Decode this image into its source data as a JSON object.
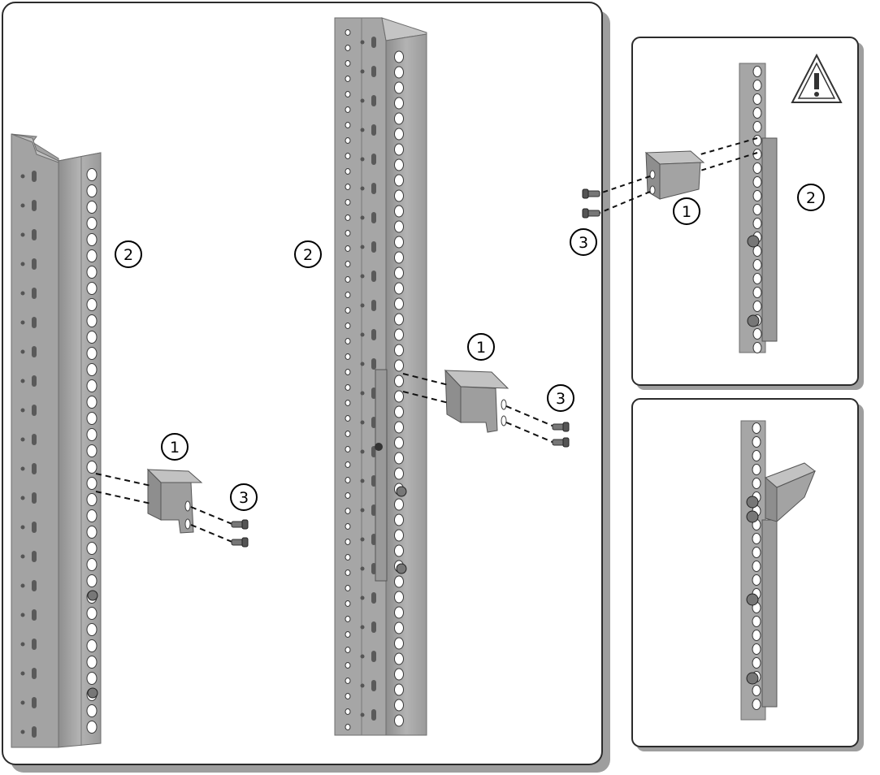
{
  "figure": {
    "type": "rack-mount-bracket-installation-illustration",
    "colors": {
      "rail": "#a9a9a9",
      "rail_dark": "#7f7f7f",
      "rail_light": "#c6c6c6",
      "bracket": "#9a9a9a",
      "frame_stroke": "#2b2b2b",
      "shadow": "#9e9e9e",
      "hole": "#ffffff",
      "callout_fill": "#ffffff"
    },
    "main_panel": {
      "left_view": {
        "callouts": [
          {
            "id": "bracket",
            "label": "1"
          },
          {
            "id": "rail",
            "label": "2"
          },
          {
            "id": "screws",
            "label": "3"
          }
        ]
      },
      "center_view": {
        "callouts": [
          {
            "id": "bracket",
            "label": "1"
          },
          {
            "id": "rail",
            "label": "2"
          },
          {
            "id": "screws",
            "label": "3"
          }
        ]
      }
    },
    "detail_top": {
      "icon": "warning-triangle-icon",
      "callouts": [
        {
          "id": "bracket",
          "label": "1"
        },
        {
          "id": "rail",
          "label": "2"
        },
        {
          "id": "screws",
          "label": "3"
        }
      ]
    },
    "detail_bottom": {
      "state": "bracket-installed"
    }
  }
}
